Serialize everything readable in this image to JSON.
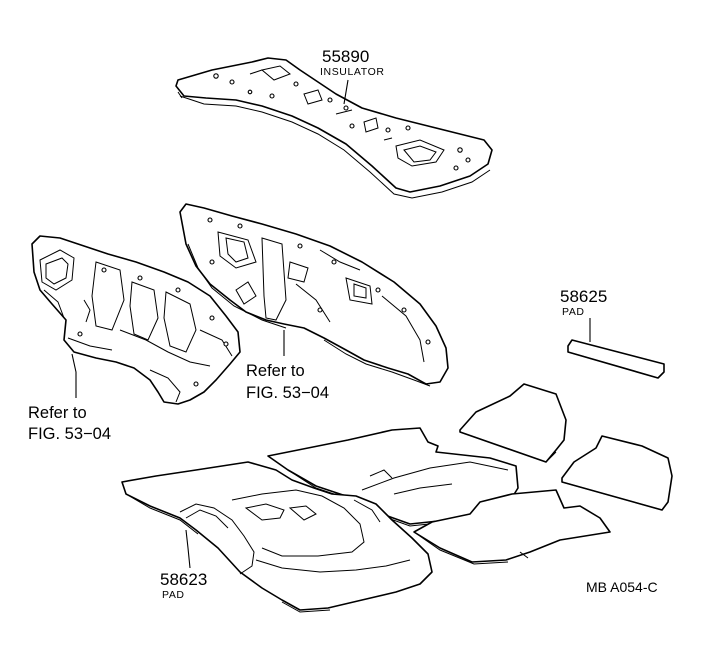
{
  "labels": {
    "insulator": {
      "number": "55890",
      "name": "INSULATOR"
    },
    "pad_right": {
      "number": "58625",
      "name": "PAD"
    },
    "pad_front": {
      "number": "58623",
      "name": "PAD"
    },
    "ref_left": {
      "line1": "Refer to",
      "line2": "FIG. 53−04"
    },
    "ref_center": {
      "line1": "Refer to",
      "line2": "FIG. 53−04"
    },
    "diagram_code": "MB A054-C"
  }
}
